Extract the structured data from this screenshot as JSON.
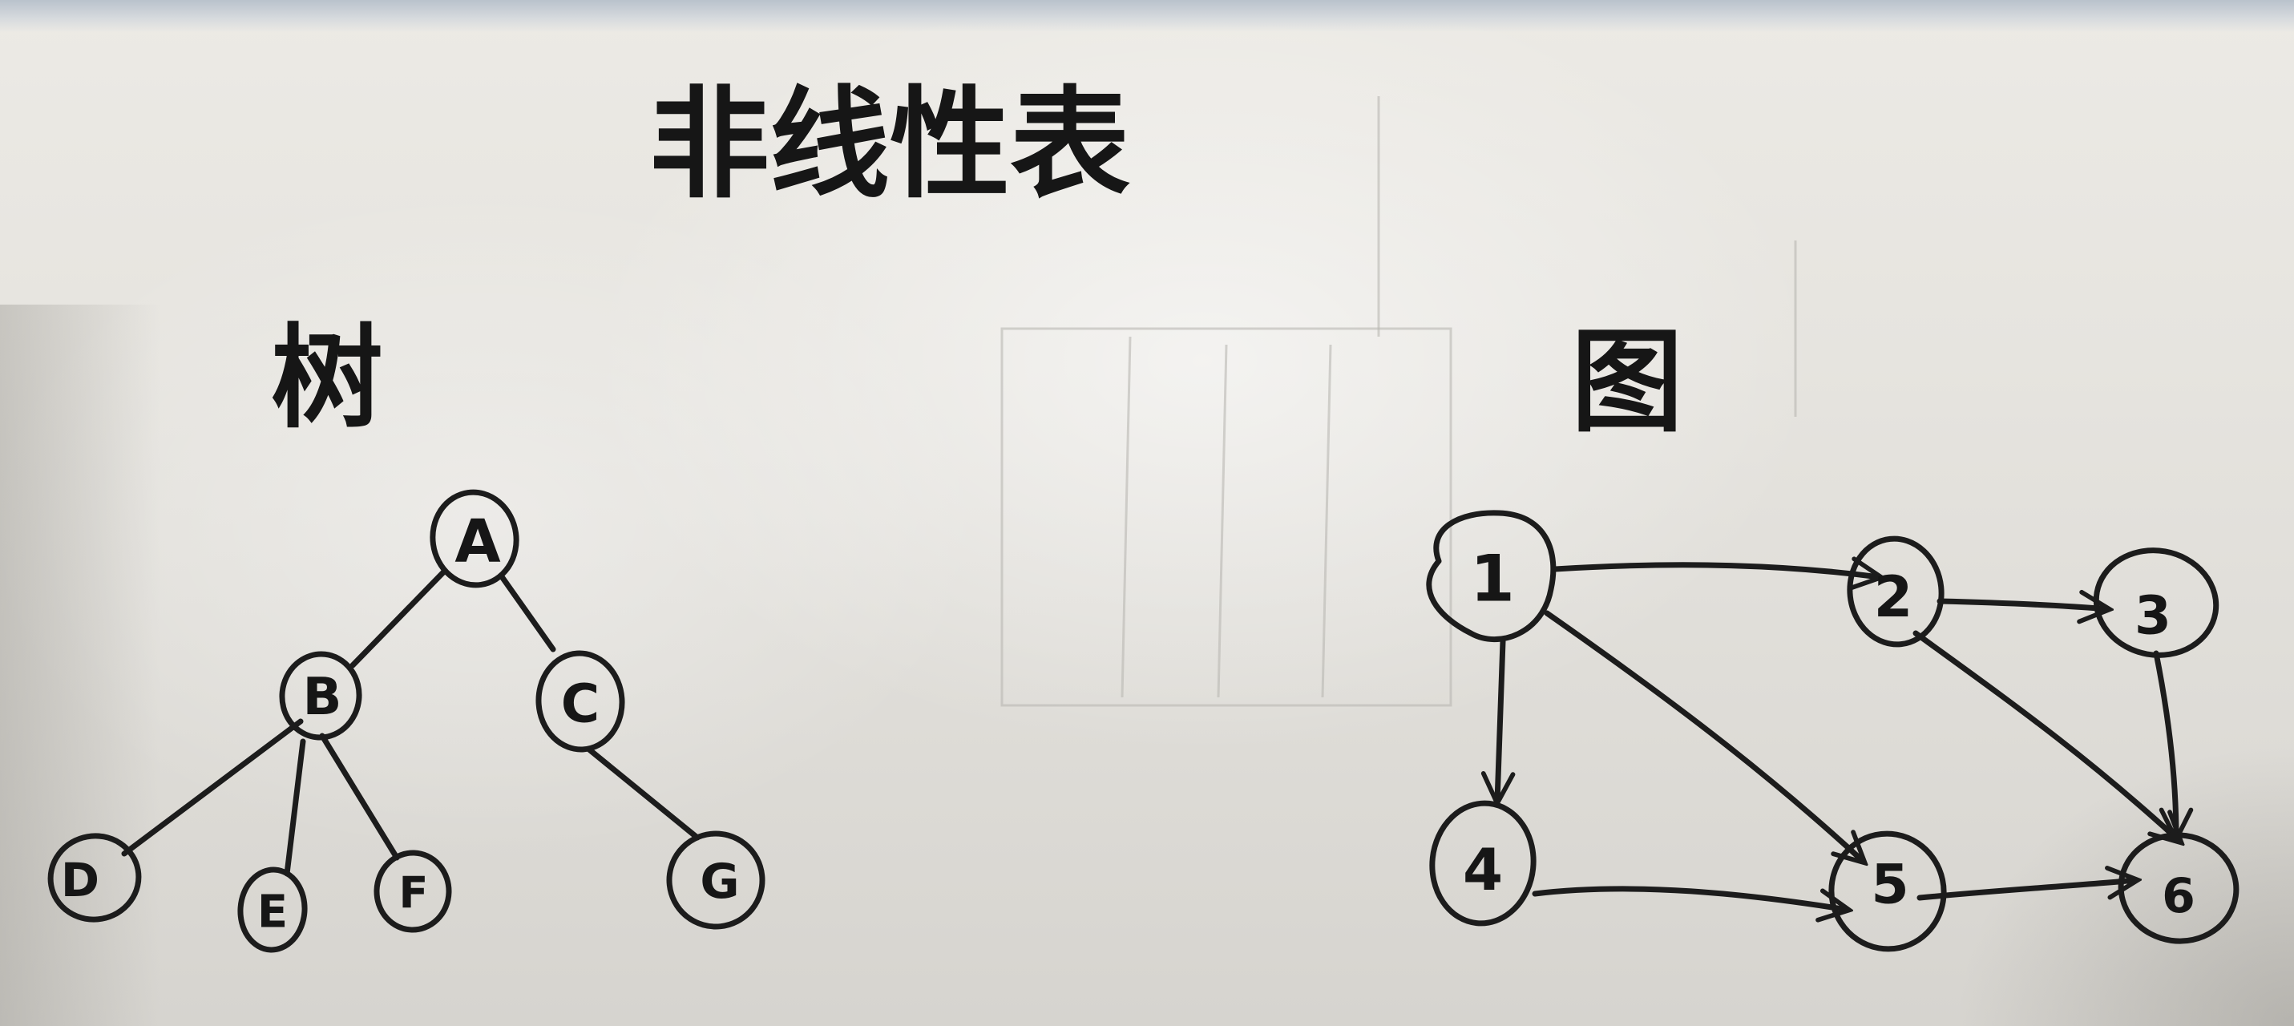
{
  "title": "非线性表",
  "tree": {
    "label": "树",
    "nodes": [
      "A",
      "B",
      "C",
      "D",
      "E",
      "F",
      "G"
    ]
  },
  "graph": {
    "label": "图",
    "nodes": [
      "1",
      "2",
      "3",
      "4",
      "5",
      "6"
    ]
  }
}
